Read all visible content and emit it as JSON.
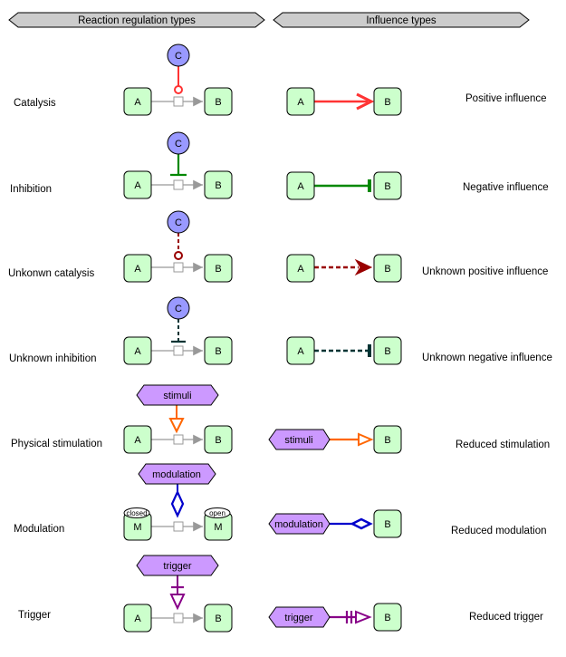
{
  "headers": {
    "left": "Reaction regulation types",
    "right": "Influence types"
  },
  "reaction_rows": [
    {
      "label": "Catalysis"
    },
    {
      "label": "Inhibition"
    },
    {
      "label": "Unkonwn catalysis"
    },
    {
      "label": "Unknown inhibition"
    },
    {
      "label": "Physical stimulation"
    },
    {
      "label": "Modulation"
    },
    {
      "label": "Trigger"
    }
  ],
  "influence_rows": [
    {
      "label": "Positive influence",
      "color": "#ff3333"
    },
    {
      "label": "Negative influence",
      "color": "#008800"
    },
    {
      "label": "Unknown positive influence",
      "color": "#990000"
    },
    {
      "label": "Unknown negative influence",
      "color": "#003333"
    },
    {
      "label": "Reduced stimulation",
      "color": "#ff6600"
    },
    {
      "label": "Reduced modulation",
      "color": "#0000cc"
    },
    {
      "label": "Reduced trigger",
      "color": "#880088"
    }
  ],
  "nodes": {
    "a": "A",
    "b": "B",
    "c": "C",
    "m": "M",
    "closed": "closed",
    "open": "open",
    "stimuli": "stimuli",
    "modulation": "modulation",
    "trigger": "trigger"
  }
}
